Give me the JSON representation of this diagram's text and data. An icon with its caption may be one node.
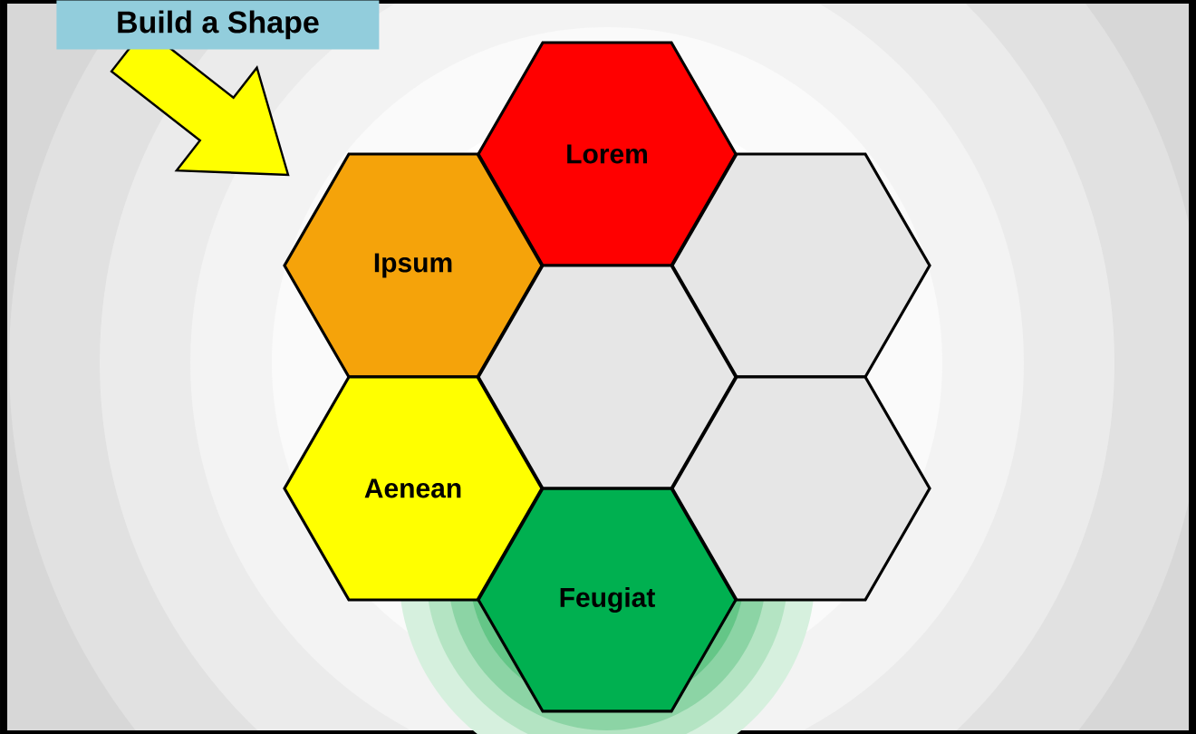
{
  "diagram": {
    "title": "Build a Shape",
    "nodes": [
      {
        "text": [
          "Lorem"
        ]
      },
      {
        "text": [
          "Ipsum"
        ]
      },
      {
        "text": [],
        "shape": "hexagon"
      },
      {
        "text": [],
        "shape": "hexagon"
      },
      {
        "text": [
          "Aenean"
        ]
      },
      {
        "text": [],
        "shape": "hexagon"
      },
      {
        "text": [
          "Feugiat"
        ]
      }
    ],
    "edges": [
      {
        "from": null,
        "to": 1,
        "arrow": "to",
        "style": "thick",
        "color": "#ffff00"
      }
    ]
  }
}
